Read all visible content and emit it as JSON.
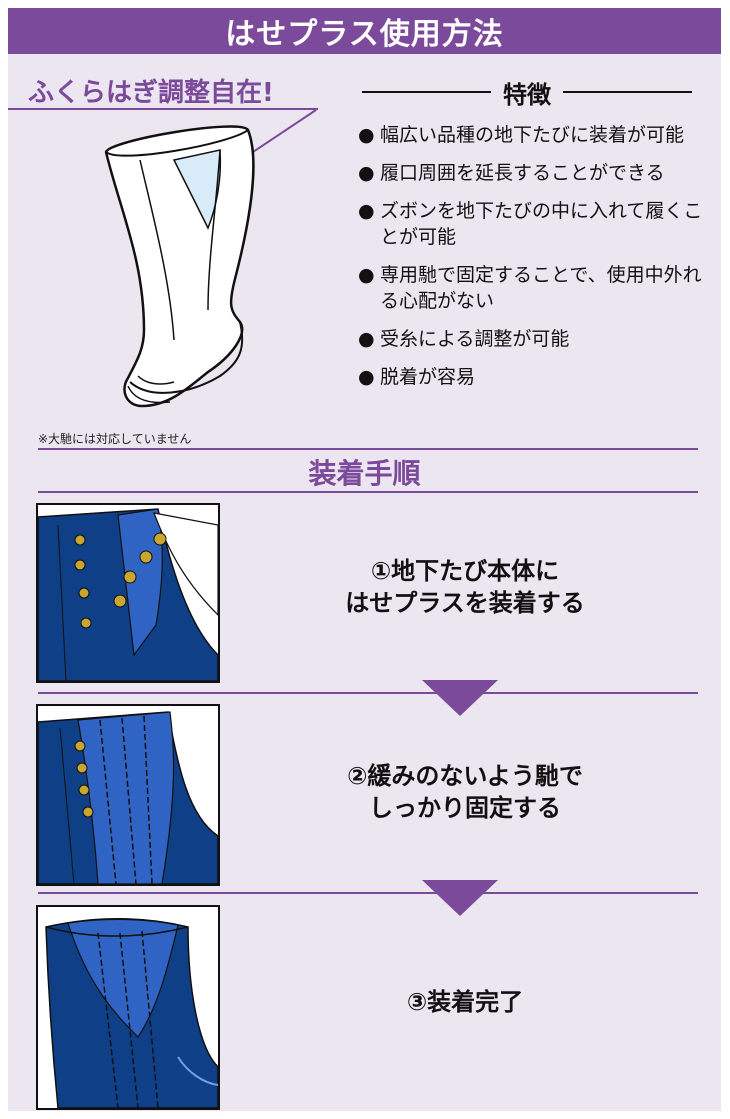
{
  "title": "はせプラス使用方法",
  "catchphrase": "ふくらはぎ調整自在!",
  "note": "※大馳には対応していません",
  "features": {
    "heading": "特徴",
    "items": [
      "幅広い品種の地下たびに装着が可能",
      "履口周囲を延長することができる",
      "ズボンを地下たびの中に入れて履くことが可能",
      "専用馳で固定することで、使用中外れる心配がない",
      "受糸による調整が可能",
      "脱着が容易"
    ]
  },
  "procedure": {
    "heading": "装着手順",
    "steps": [
      {
        "line1": "①地下たび本体に",
        "line2": "はせプラスを装着する"
      },
      {
        "line1": "②緩みのないよう馳で",
        "line2": "しっかり固定する"
      },
      {
        "line1": "③装着完了",
        "line2": ""
      }
    ]
  },
  "colors": {
    "accent": "#7b4a9b",
    "background": "#ece6f1",
    "tabi_navy": "#0f3f86",
    "insert_blue": "#2f63c4",
    "hook_gold": "#c9a631",
    "insert_light": "#d7ebf8"
  }
}
